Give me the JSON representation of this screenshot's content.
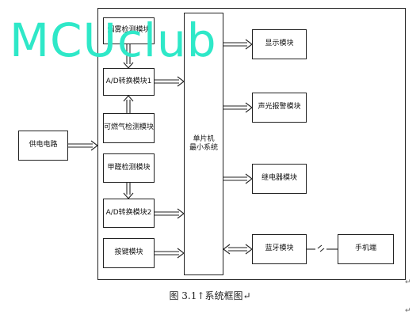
{
  "watermark": "MCUclub",
  "blocks": {
    "smoke_detect": "烟雾检测模块",
    "adc1": "A/D转换模块1",
    "gas_detect": "可燃气检测模块",
    "formaldehyde_detect": "甲醛检测模块",
    "adc2": "A/D转换模块2",
    "key": "按键模块",
    "mcu_line1": "单片机",
    "mcu_line2": "最小系统",
    "display": "显示模块",
    "alarm": "声光报警模块",
    "relay": "继电器模块",
    "bluetooth": "蓝牙模块",
    "phone": "手机端",
    "power": "供电电路"
  },
  "caption": "图 3.1↑系统框图↵",
  "paragraph_marks": [
    "↵",
    "↵"
  ]
}
